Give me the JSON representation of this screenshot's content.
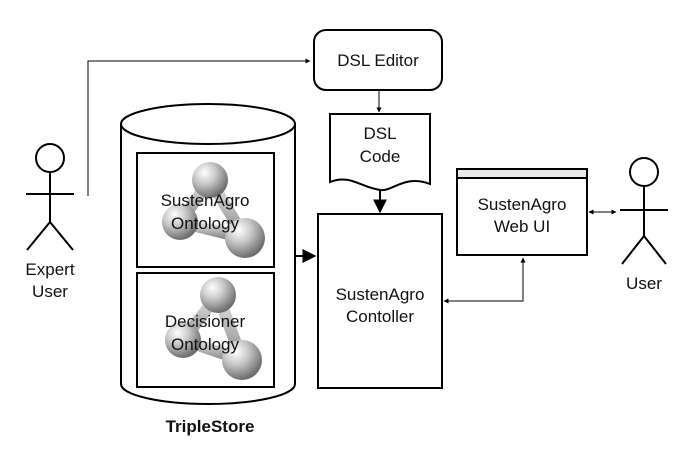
{
  "diagram": {
    "actors": {
      "expert_user": {
        "line1": "Expert",
        "line2": "User"
      },
      "user": {
        "label": "User"
      }
    },
    "dsl_editor": {
      "label": "DSL Editor"
    },
    "dsl_code": {
      "line1": "DSL",
      "line2": "Code"
    },
    "triplestore": {
      "label": "TripleStore",
      "ontologies": [
        {
          "line1": "SustenAgro",
          "line2": "Ontology"
        },
        {
          "line1": "Decisioner",
          "line2": "Ontology"
        }
      ]
    },
    "controller": {
      "line1": "SustenAgro",
      "line2": "Contoller"
    },
    "web_ui": {
      "line1": "SustenAgro",
      "line2": "Web UI"
    }
  }
}
